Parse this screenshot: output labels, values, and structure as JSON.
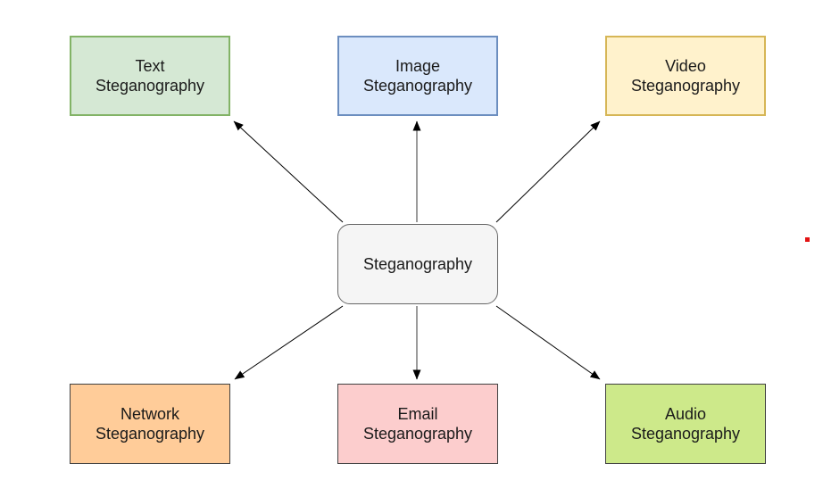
{
  "canvas": {
    "background": "#ffffff",
    "text": "#1a1a1a",
    "arrow": "#000000",
    "arrow_vertical": "#7a7a7a"
  },
  "center_node": {
    "label": "Steganography",
    "fill": "#f5f5f5",
    "border": "#666666"
  },
  "nodes": [
    {
      "id": "text-steganography",
      "label": "Text\nSteganography",
      "fill": "#d5e8d4",
      "border": "#82b366",
      "position": "top-left"
    },
    {
      "id": "image-steganography",
      "label": "Image\nSteganography",
      "fill": "#dae8fc",
      "border": "#6c8ebf",
      "position": "top-center"
    },
    {
      "id": "video-steganography",
      "label": "Video\nSteganography",
      "fill": "#fff2cc",
      "border": "#d6b656",
      "position": "top-right"
    },
    {
      "id": "network-steganography",
      "label": "Network\nSteganography",
      "fill": "#ffcc99",
      "border": "#404040",
      "position": "bottom-left"
    },
    {
      "id": "email-steganography",
      "label": "Email\nSteganography",
      "fill": "#fccdcd",
      "border": "#404040",
      "position": "bottom-center"
    },
    {
      "id": "audio-steganography",
      "label": "Audio\nSteganography",
      "fill": "#cde98a",
      "border": "#404040",
      "position": "bottom-right"
    }
  ],
  "edges": [
    {
      "from": "Steganography",
      "to": "Text Steganography",
      "arrowhead": "at-target"
    },
    {
      "from": "Steganography",
      "to": "Image Steganography",
      "arrowhead": "at-target"
    },
    {
      "from": "Steganography",
      "to": "Video Steganography",
      "arrowhead": "at-target"
    },
    {
      "from": "Steganography",
      "to": "Network Steganography",
      "arrowhead": "at-target"
    },
    {
      "from": "Steganography",
      "to": "Email Steganography",
      "arrowhead": "at-target"
    },
    {
      "from": "Steganography",
      "to": "Audio Steganography",
      "arrowhead": "at-target"
    }
  ],
  "red_dot": {
    "color": "#e31212"
  }
}
